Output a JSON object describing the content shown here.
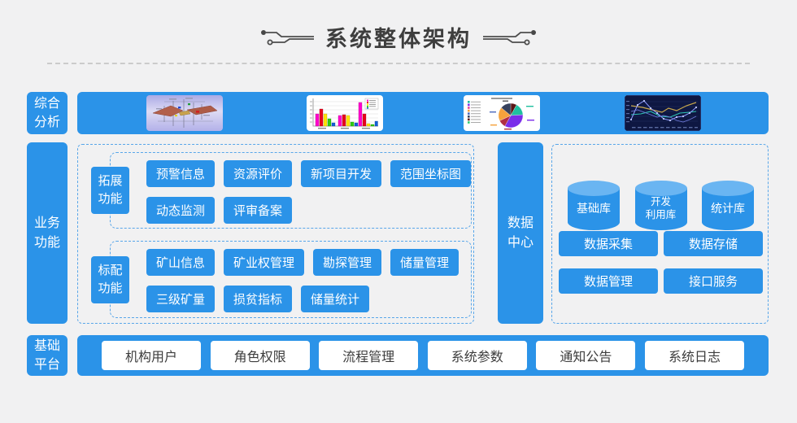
{
  "page": {
    "title": "系统整体架构"
  },
  "analysis": {
    "label_lines": [
      "综合",
      "分析"
    ],
    "thumbnails": [
      "mine-3d-model",
      "bar-chart",
      "pie-chart",
      "line-chart"
    ]
  },
  "business": {
    "label_lines": [
      "业务",
      "功能"
    ],
    "extended": {
      "label_lines": [
        "拓展",
        "功能"
      ],
      "row1": [
        "预警信息",
        "资源评价",
        "新项目开发",
        "范围坐标图"
      ],
      "row2": [
        "动态监测",
        "评审备案"
      ]
    },
    "standard": {
      "label_lines": [
        "标配",
        "功能"
      ],
      "row1": [
        "矿山信息",
        "矿业权管理",
        "勘探管理",
        "储量管理"
      ],
      "row2": [
        "三级矿量",
        "损贫指标",
        "储量统计"
      ]
    },
    "data_center_lines": [
      "数据",
      "中心"
    ],
    "data_area": {
      "databases": [
        {
          "lines": [
            "基础库"
          ]
        },
        {
          "lines": [
            "开发",
            "利用库"
          ]
        },
        {
          "lines": [
            "统计库"
          ]
        }
      ],
      "buttons": [
        "数据采集",
        "数据存储",
        "数据管理",
        "接口服务"
      ]
    }
  },
  "platform": {
    "label_lines": [
      "基础",
      "平台"
    ],
    "buttons": [
      "机构用户",
      "角色权限",
      "流程管理",
      "系统参数",
      "通知公告",
      "系统日志"
    ]
  },
  "colors": {
    "primary_blue": "#2b93e8",
    "cylinder_top": "#6ab5f2",
    "dashed_border": "#58a6e9",
    "background": "#f1f1f2",
    "title_text": "#3e3e3e",
    "dark_button_text": "#3c3c3c"
  }
}
